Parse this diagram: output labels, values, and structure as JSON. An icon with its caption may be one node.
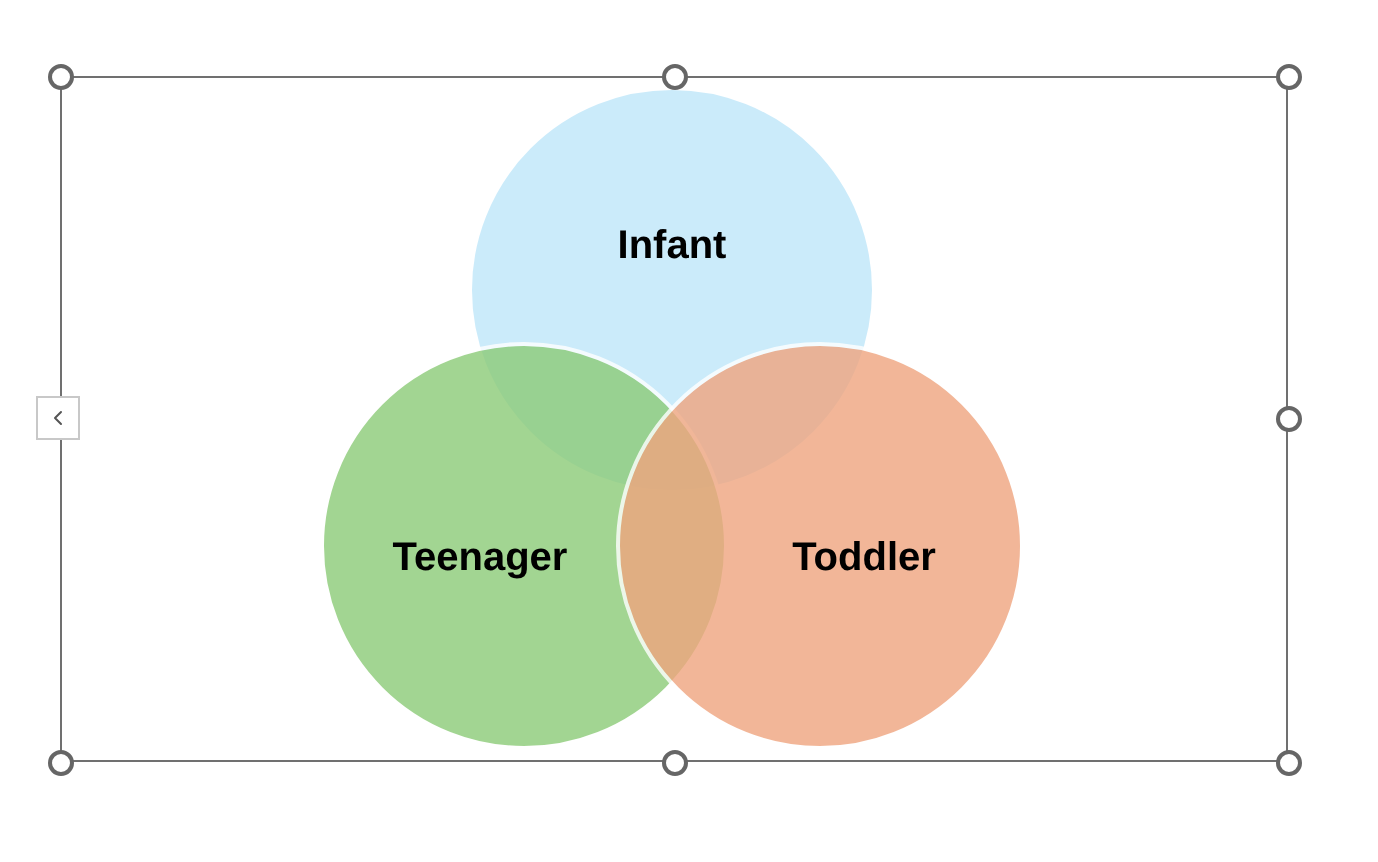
{
  "diagram": {
    "nodes": [
      {
        "text": [
          "Infant"
        ]
      },
      {
        "text": [
          "Teenager"
        ]
      },
      {
        "text": [
          "Toddler"
        ]
      }
    ]
  }
}
